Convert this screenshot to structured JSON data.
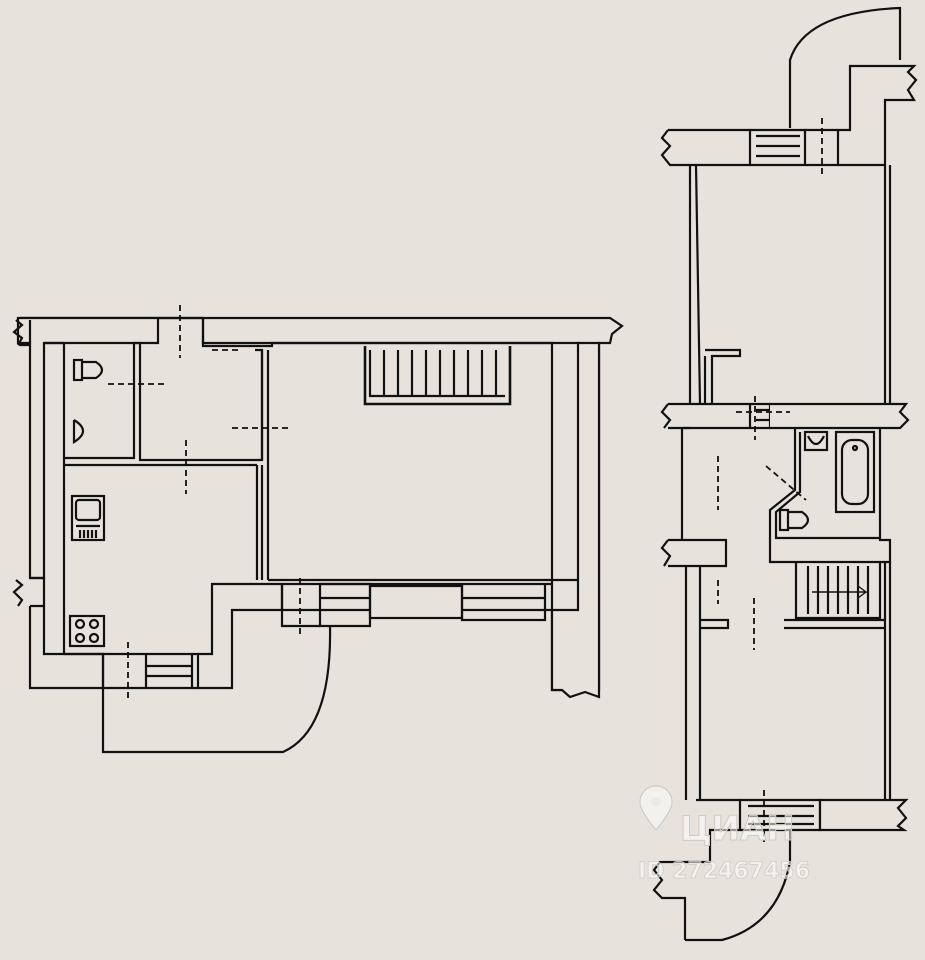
{
  "floor_plan": {
    "colors": {
      "background": "#e7e3dc",
      "wall_fill": "#e7e3dc",
      "line": "#111111",
      "watermark": "#ffffff"
    },
    "left_floor": {
      "fixtures": [
        "toilet-icon",
        "washbasin-icon",
        "kitchen-sink-icon",
        "stove-icon",
        "staircase"
      ]
    },
    "right_floor": {
      "fixtures": [
        "bathtub-icon",
        "washbasin-icon",
        "toilet-icon",
        "staircase"
      ]
    },
    "watermark": {
      "brand": "ЦИАН",
      "id_text": "ID 272467456",
      "icon": "location-pin-icon"
    }
  }
}
